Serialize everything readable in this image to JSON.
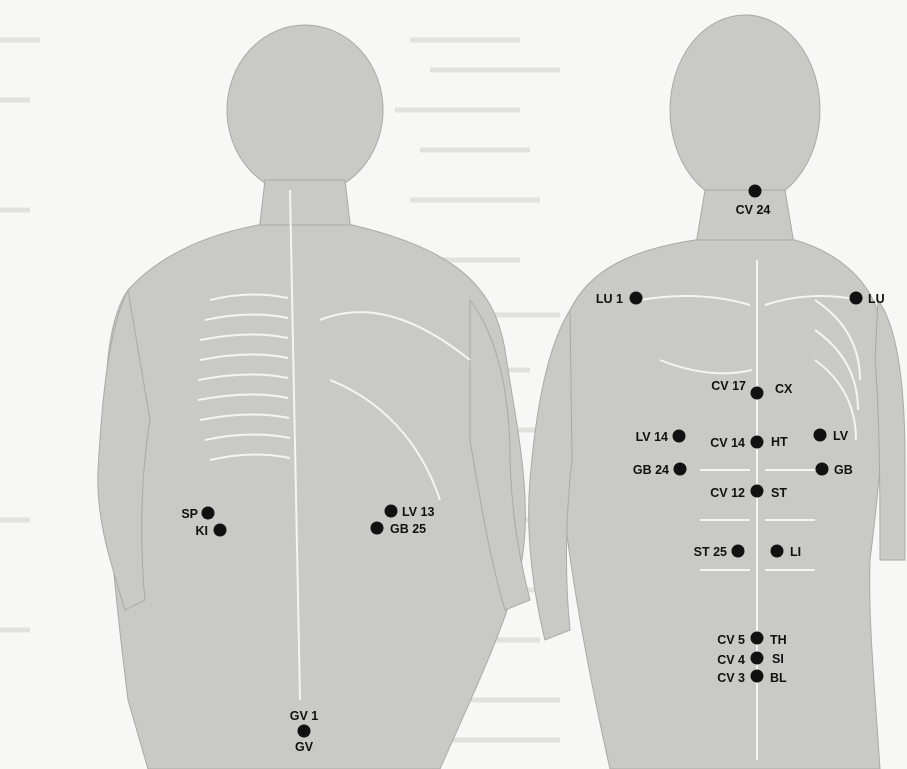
{
  "points": [
    {
      "id": "sp",
      "label": "SP"
    },
    {
      "id": "ki",
      "label": "KI"
    },
    {
      "id": "lv13",
      "label": "LV 13"
    },
    {
      "id": "gb25",
      "label": "GB 25"
    },
    {
      "id": "gv1",
      "label": "GV 1"
    },
    {
      "id": "gv",
      "label": "GV"
    },
    {
      "id": "cv24",
      "label": "CV 24"
    },
    {
      "id": "lu1",
      "label": "LU 1"
    },
    {
      "id": "lu",
      "label": "LU"
    },
    {
      "id": "cv17",
      "label": "CV 17"
    },
    {
      "id": "cx",
      "label": "CX"
    },
    {
      "id": "lv14",
      "label": "LV 14"
    },
    {
      "id": "cv14",
      "label": "CV 14"
    },
    {
      "id": "ht",
      "label": "HT"
    },
    {
      "id": "lv",
      "label": "LV"
    },
    {
      "id": "gb24",
      "label": "GB 24"
    },
    {
      "id": "gb",
      "label": "GB"
    },
    {
      "id": "cv12",
      "label": "CV 12"
    },
    {
      "id": "st",
      "label": "ST"
    },
    {
      "id": "st25",
      "label": "ST 25"
    },
    {
      "id": "li",
      "label": "LI"
    },
    {
      "id": "cv5",
      "label": "CV 5"
    },
    {
      "id": "th",
      "label": "TH"
    },
    {
      "id": "cv4",
      "label": "CV 4"
    },
    {
      "id": "si",
      "label": "SI"
    },
    {
      "id": "cv3",
      "label": "CV 3"
    },
    {
      "id": "bl",
      "label": "BL"
    }
  ]
}
